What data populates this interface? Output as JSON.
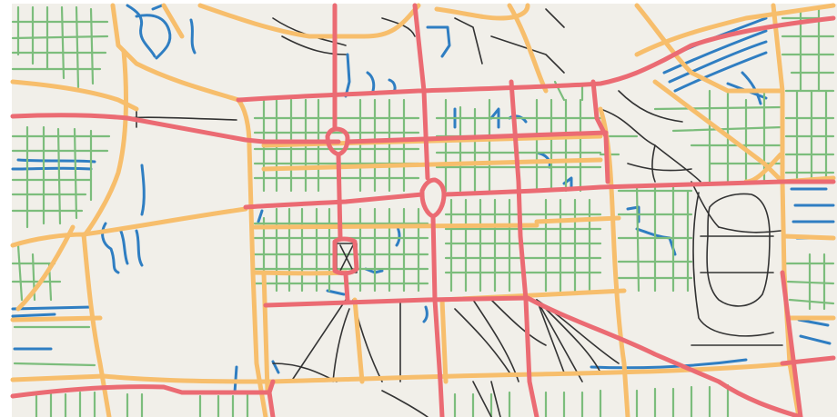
{
  "map": {
    "style": "street-network",
    "background_color": "#f1efe9",
    "legend": [],
    "road_classes": [
      {
        "name": "primary",
        "color": "#eb6b73"
      },
      {
        "name": "secondary",
        "color": "#f7be6c"
      },
      {
        "name": "residential",
        "color": "#7cbd7c"
      },
      {
        "name": "service",
        "color": "#2f7ec2"
      },
      {
        "name": "track",
        "color": "#333333"
      }
    ]
  }
}
